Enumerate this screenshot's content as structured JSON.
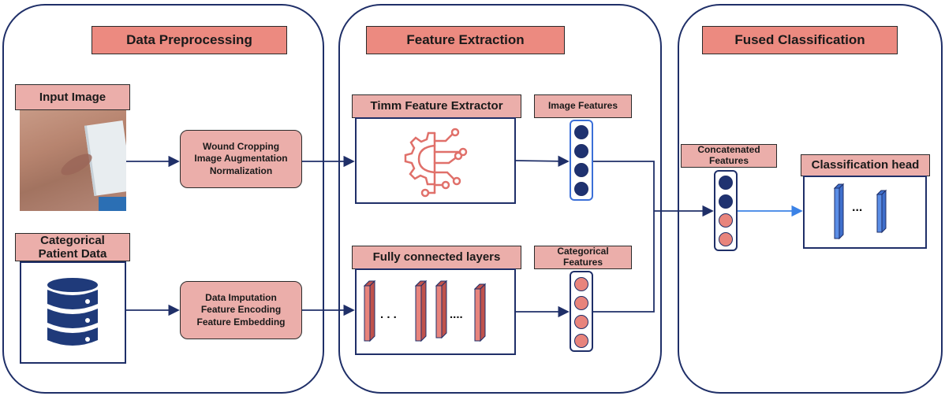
{
  "panels": {
    "preprocessing": {
      "title": "Data Preprocessing"
    },
    "extraction": {
      "title": "Feature Extraction"
    },
    "classification": {
      "title": "Fused Classification"
    }
  },
  "preprocessing": {
    "input_image_label": "Input Image",
    "categorical_label_line1": "Categorical",
    "categorical_label_line2": "Patient Data",
    "image_steps": [
      "Wound Cropping",
      "Image Augmentation",
      "Normalization"
    ],
    "data_steps": [
      "Data Imputation",
      "Feature Encoding",
      "Feature Embedding"
    ]
  },
  "extraction": {
    "timm_label": "Timm Feature Extractor",
    "fc_label": "Fully connected layers",
    "image_features_label": "Image Features",
    "categorical_features_line1": "Categorical",
    "categorical_features_line2": "Features",
    "fc_ellipsis_1": ". . .",
    "fc_ellipsis_2": "...."
  },
  "classification": {
    "concat_line1": "Concatenated",
    "concat_line2": "Features",
    "head_label": "Classification head",
    "head_ellipsis": "...",
    "concat_dots": [
      "navy",
      "navy",
      "pink",
      "pink"
    ]
  },
  "colors": {
    "navy": "#1f2f68",
    "header_fill": "#ec8a80",
    "label_fill": "#ebaeaa",
    "pink_dot": "#e8847c",
    "blue_block": "#5b8ee6"
  }
}
